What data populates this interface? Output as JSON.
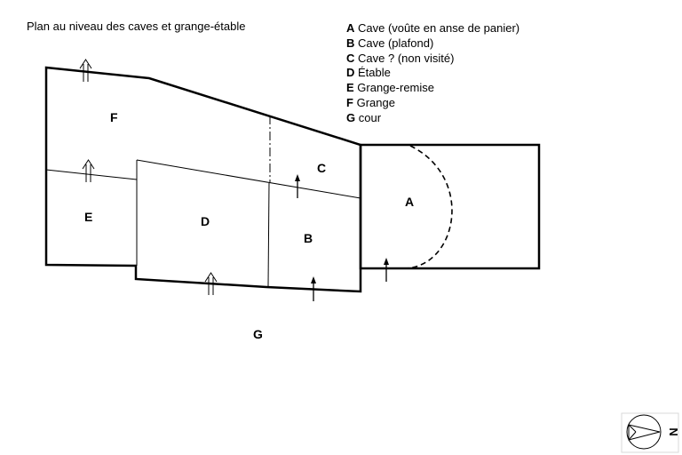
{
  "title": "Plan au niveau des caves et grange-étable",
  "legend": [
    {
      "key": "A",
      "text": "Cave (voûte en anse de panier)"
    },
    {
      "key": "B",
      "text": "Cave (plafond)"
    },
    {
      "key": "C",
      "text": "Cave ? (non visité)"
    },
    {
      "key": "D",
      "text": "Étable"
    },
    {
      "key": "E",
      "text": "Grange-remise"
    },
    {
      "key": "F",
      "text": "Grange"
    },
    {
      "key": "G",
      "text": "cour"
    }
  ],
  "rooms": {
    "A": "A",
    "B": "B",
    "C": "C",
    "D": "D",
    "E": "E",
    "F": "F",
    "G": "G"
  },
  "compass": {
    "north_letter": "N"
  }
}
